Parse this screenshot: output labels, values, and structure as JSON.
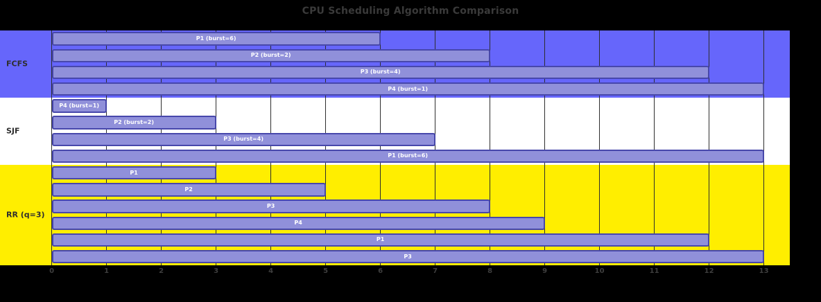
{
  "chart_data": {
    "type": "bar",
    "orientation": "horizontal",
    "title": "CPU Scheduling Algorithm Comparison",
    "xlabel": "",
    "ylabel": "",
    "xlim": [
      -0.94,
      13.47
    ],
    "x_ticks": [
      0,
      1,
      2,
      3,
      4,
      5,
      6,
      7,
      8,
      9,
      10,
      11,
      12,
      13
    ],
    "grid": true,
    "bars_start_at": 0,
    "groups": [
      {
        "label": "FCFS",
        "band_color": "#6666fb",
        "bars": [
          {
            "label": "P1 (burst=6)",
            "start": 0,
            "end": 6
          },
          {
            "label": "P2 (burst=2)",
            "start": 0,
            "end": 8
          },
          {
            "label": "P3 (burst=4)",
            "start": 0,
            "end": 12
          },
          {
            "label": "P4 (burst=1)",
            "start": 0,
            "end": 13
          }
        ]
      },
      {
        "label": "SJF",
        "band_color": "#ffffff",
        "bars": [
          {
            "label": "P4 (burst=1)",
            "start": 0,
            "end": 1
          },
          {
            "label": "P2 (burst=2)",
            "start": 0,
            "end": 3
          },
          {
            "label": "P3 (burst=4)",
            "start": 0,
            "end": 7
          },
          {
            "label": "P1 (burst=6)",
            "start": 0,
            "end": 13
          }
        ]
      },
      {
        "label": "RR (q=3)",
        "band_color": "#ffee00",
        "bars": [
          {
            "label": "P1",
            "start": 0,
            "end": 3
          },
          {
            "label": "P2",
            "start": 0,
            "end": 5
          },
          {
            "label": "P3",
            "start": 0,
            "end": 8
          },
          {
            "label": "P4",
            "start": 0,
            "end": 9
          },
          {
            "label": "P1",
            "start": 0,
            "end": 12
          },
          {
            "label": "P3",
            "start": 0,
            "end": 13
          }
        ]
      }
    ]
  },
  "colors": {
    "figure_background": "#000000",
    "title_text": "#3a3a3a",
    "bar_fill": "#9090da",
    "bar_border": "#4747ab",
    "bar_label_text": "#ffffff",
    "row_label_text": "#2e2e2e",
    "tick_label_text": "#3e3e3e",
    "gridline": "#2d2d2d",
    "band_fcfs": "#6666fb",
    "band_sjf": "#ffffff",
    "band_rr": "#ffee00"
  }
}
